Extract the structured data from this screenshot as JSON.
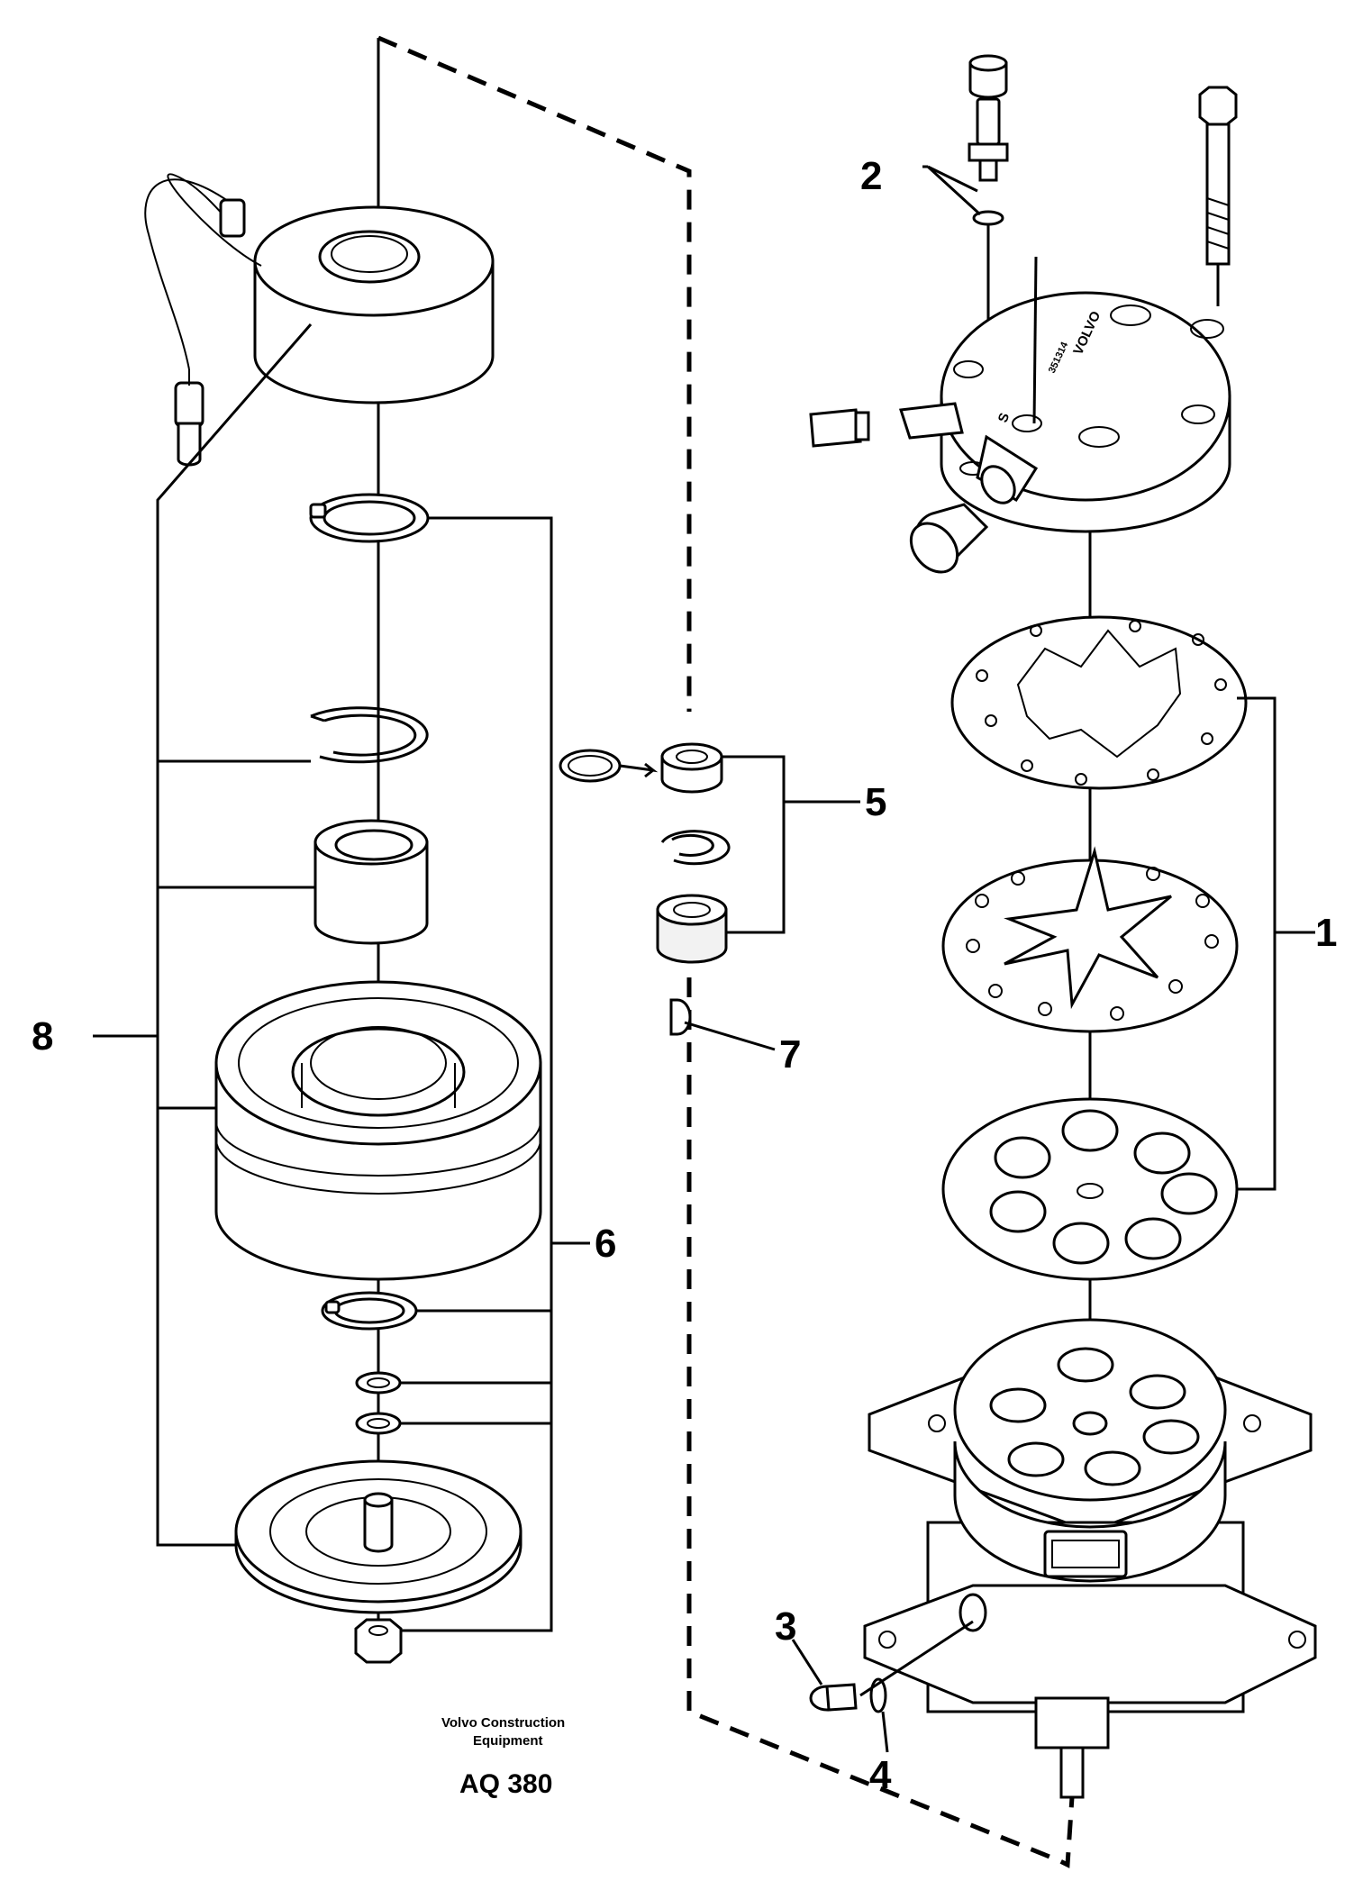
{
  "callouts": {
    "c1": "1",
    "c2": "2",
    "c3": "3",
    "c4": "4",
    "c5": "5",
    "c6": "6",
    "c7": "7",
    "c8": "8"
  },
  "footer": {
    "maker_line1": "Volvo Construction",
    "maker_line2": "Equipment",
    "drawing_code": "AQ 380"
  },
  "part_lettering": {
    "head_logo": "VOLVO",
    "head_number": "351314",
    "head_marks": "S"
  }
}
